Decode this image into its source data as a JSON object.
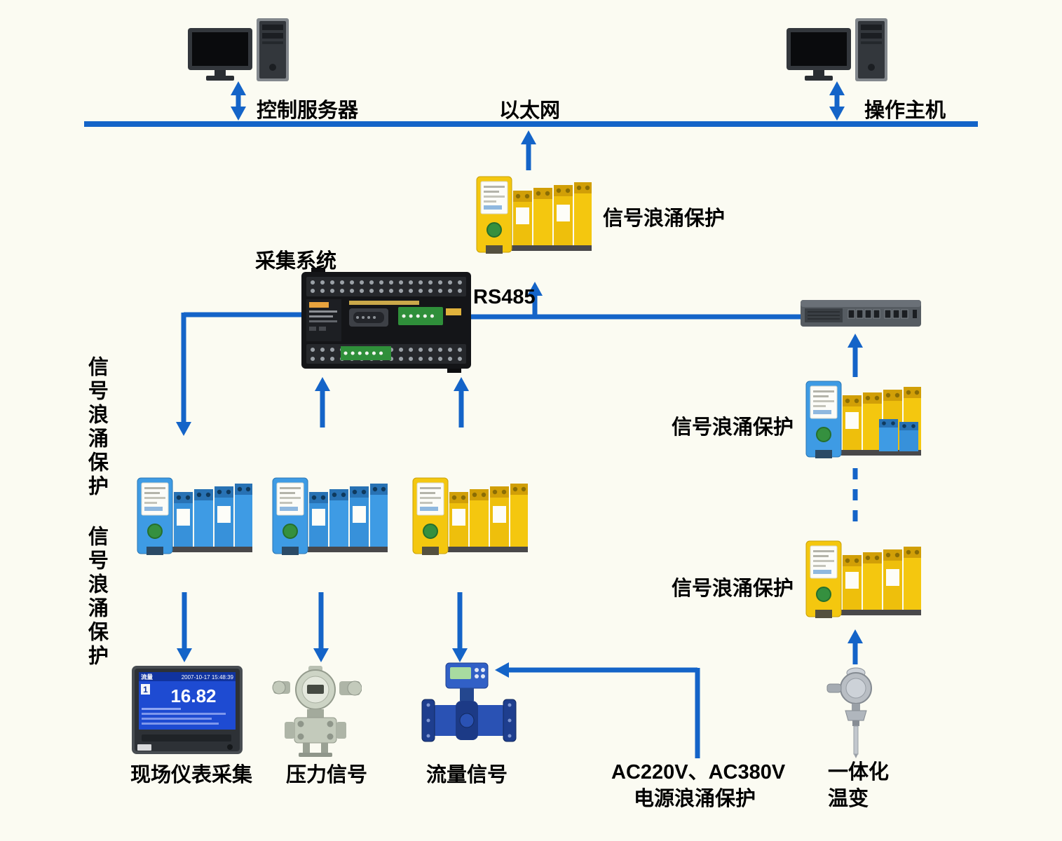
{
  "colors": {
    "connector_blue": "#1464c8",
    "module_yellow": "#f4c70f",
    "module_blue": "#3e9be4",
    "background": "#fbfbf2"
  },
  "labels": {
    "control_server": "控制服务器",
    "ethernet": "以太网",
    "operator_host": "操作主机",
    "acquisition_system": "采集系统",
    "rs485": "RS485",
    "surge_top": "信号浪涌保护",
    "surge_right_mid": "信号浪涌保护",
    "surge_right_low": "信号浪涌保护",
    "surge_left_upper_vertical": "信号浪涌保护",
    "surge_left_lower_vertical": "信号浪涌保护",
    "field_instrument_acquisition": "现场仪表采集",
    "pressure_signal": "压力信号",
    "flow_signal": "流量信号",
    "power_surge_line1": "AC220V、AC380V",
    "power_surge_line2": "电源浪涌保护",
    "temp_transmitter_line1": "一体化",
    "temp_transmitter_line2": "温变"
  },
  "recorder_screen": {
    "tag": "流量",
    "channel": "1",
    "timestamp": "2007-10-17 15:48:39",
    "value": "16.82"
  },
  "icons": {
    "computer": "desktop-computer",
    "plc": "plc-controller",
    "switch": "network-switch",
    "surge_module": "din-rail-surge-protector",
    "recorder": "paperless-recorder",
    "pressure": "pressure-transmitter",
    "flowmeter": "electromagnetic-flowmeter",
    "temperature": "integrated-temperature-transmitter"
  }
}
